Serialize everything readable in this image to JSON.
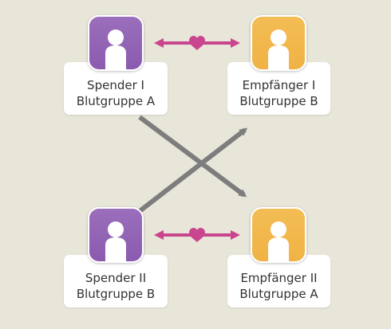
{
  "colors": {
    "background": "#e8e6d9",
    "donor": "#9b6fbc",
    "recipient": "#f3bd55",
    "heart_arrow": "#c9468f",
    "cross_arrow": "#7d7d7d"
  },
  "icons": {
    "person": "person-icon",
    "heart": "heart-icon"
  },
  "nodes": {
    "donor1": {
      "line1": "Spender I",
      "line2": "Blutgruppe A"
    },
    "recipient1": {
      "line1": "Empfänger I",
      "line2": "Blutgruppe B"
    },
    "donor2": {
      "line1": "Spender II",
      "line2": "Blutgruppe B"
    },
    "recipient2": {
      "line1": "Empfänger II",
      "line2": "Blutgruppe A"
    }
  }
}
